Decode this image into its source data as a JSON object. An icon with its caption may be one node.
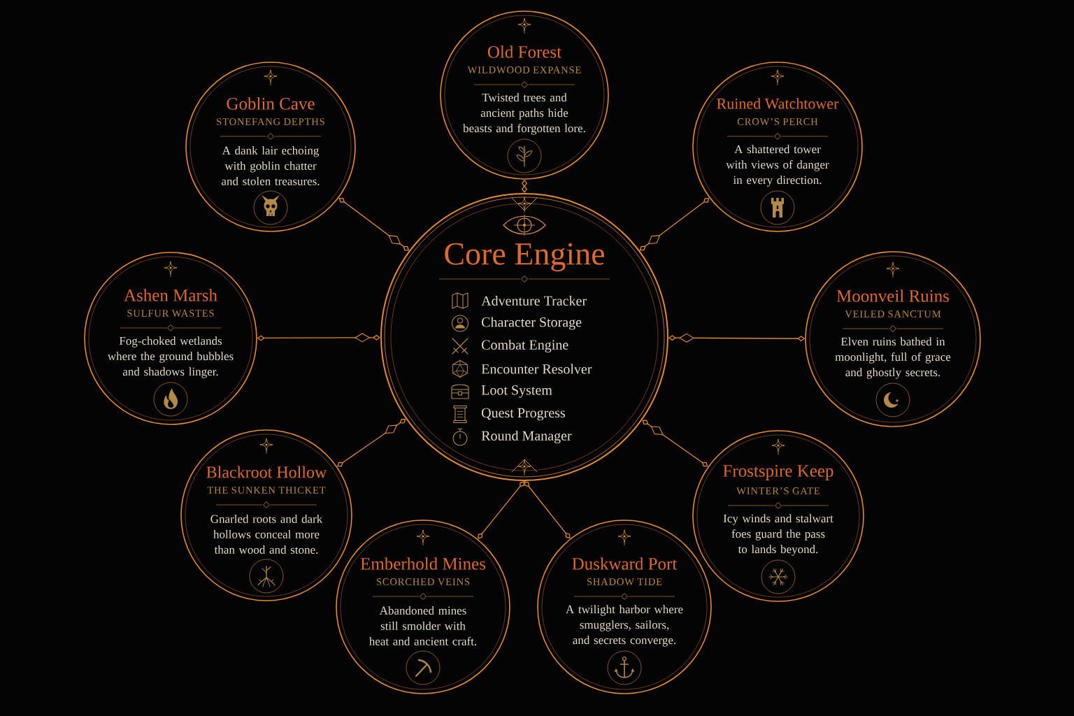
{
  "diagram": {
    "nodes": [
      {
        "text": [
          "Old Forest",
          "WILDWOOD EXPANSE",
          "Twisted trees and ancient paths hide beasts and forgotten lore."
        ]
      },
      {
        "text": [
          "Goblin Cave",
          "STONEFANG DEPTHS",
          "A dank lair echoing with goblin chatter and stolen treasures."
        ]
      },
      {
        "text": [
          "Ruined Watchtower",
          "CROW’S PERCH",
          "A shattered tower with views of danger in every direction."
        ]
      },
      {
        "text": [
          "Ashen Marsh",
          "SULFUR WASTES",
          "Fog-choked wetlands where the ground bubbles and shadows linger."
        ]
      },
      {
        "text": [
          "Core Engine",
          "Adventure Tracker",
          "Character Storage",
          "Combat Engine",
          "Encounter Resolver",
          "Loot System",
          "Quest Progress",
          "Round Manager"
        ]
      },
      {
        "text": [
          "Moonveil Ruins",
          "VEILED SANCTUM",
          "Elven ruins bathed in moonlight, full of grace and ghostly secrets."
        ]
      },
      {
        "text": [
          "Blackroot Hollow",
          "THE SUNKEN THICKET",
          "Gnarled roots and dark hollows conceal more than wood and stone."
        ]
      },
      {
        "text": [
          "Frostspire Keep",
          "WINTER’S GATE",
          "Icy winds and stalwart foes guard the pass to lands beyond."
        ]
      },
      {
        "text": [
          "Emberhold Mines",
          "SCORCHED VEINS",
          "Abandoned mines still smolder with heat and ancient craft."
        ]
      },
      {
        "text": [
          "Duskward Port",
          "SHADOW TIDE",
          "A twilight harbor where smugglers, sailors, and secrets converge."
        ]
      }
    ],
    "edges": [
      {
        "from": 4,
        "to": 0,
        "arrow": "other"
      },
      {
        "from": 4,
        "to": 1,
        "arrow": "other"
      },
      {
        "from": 4,
        "to": 2,
        "arrow": "other"
      },
      {
        "from": 4,
        "to": 3,
        "arrow": "other"
      },
      {
        "from": 4,
        "to": 5,
        "arrow": "other"
      },
      {
        "from": 4,
        "to": 6,
        "arrow": "other"
      },
      {
        "from": 4,
        "to": 7,
        "arrow": "other"
      },
      {
        "from": 4,
        "to": 8,
        "arrow": "other"
      },
      {
        "from": 4,
        "to": 9,
        "arrow": "other"
      }
    ]
  }
}
